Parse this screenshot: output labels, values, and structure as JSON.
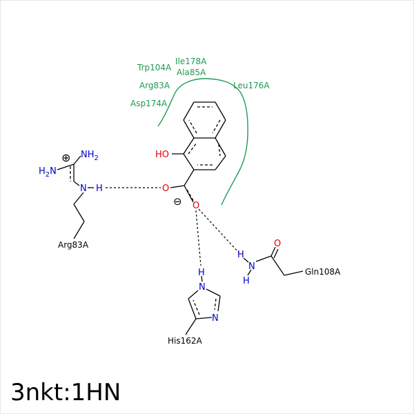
{
  "title": "3nkt:1HN",
  "colors": {
    "hydrophobic": "#1e9a50",
    "oxygen": "#e00000",
    "nitrogen": "#0000cc",
    "bond": "#000000"
  },
  "hydrophobic_residues": [
    "Trp104A",
    "Ile178A",
    "Ala85A",
    "Arg83A",
    "Asp174A",
    "Leu176A"
  ],
  "ligand": {
    "hydroxyl": "HO",
    "carboxyl_O1": "O",
    "carboxyl_O2": "O",
    "charge": "⊖"
  },
  "arg83": {
    "charge": "⊕",
    "nh2_top": "NH",
    "nh2_top_sub": "2",
    "h2n": "H",
    "h2n_sub": "2",
    "h2n_n": "N",
    "n": "N",
    "h": "H",
    "label": "Arg83A"
  },
  "gln108": {
    "o": "O",
    "h_top": "H",
    "n": "N",
    "h_bottom": "H",
    "label": "Gln108A"
  },
  "his162": {
    "h": "H",
    "n1": "N",
    "n2": "N",
    "label": "His162A"
  }
}
